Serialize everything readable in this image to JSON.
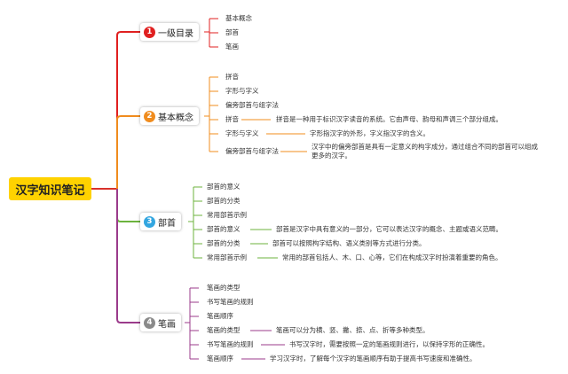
{
  "root": {
    "label": "汉字知识笔记"
  },
  "branches": [
    {
      "num": "1",
      "label": "一级目录",
      "color": "#e02020",
      "leaves": [
        "基本概念",
        "部首",
        "笔画"
      ],
      "notes": []
    },
    {
      "num": "2",
      "label": "基本概念",
      "color": "#f08c1e",
      "leaves": [
        "拼音",
        "字形与字义",
        "偏旁部首与组字法"
      ],
      "notes": [
        {
          "term": "拼音",
          "text": "拼音是一种用于标识汉字读音的系统。它由声母、韵母和声调三个部分组成。"
        },
        {
          "term": "字形与字义",
          "text": "字形指汉字的外形，字义指汉字的含义。"
        },
        {
          "term": "偏旁部首与组字法",
          "text": "汉字中的偏旁部首是具有一定意义的构字成分，通过组合不同的部首可以组成更多的汉字。"
        }
      ]
    },
    {
      "num": "3",
      "label": "部首",
      "color": "#33a6e0",
      "leaves": [
        "部首的意义",
        "部首的分类",
        "常用部首示例"
      ],
      "notes": [
        {
          "term": "部首的意义",
          "text": "部首是汉字中具有意义的一部分，它可以表达汉字的概念、主题或语义范畴。"
        },
        {
          "term": "部首的分类",
          "text": "部首可以按照构字结构、语义类别等方式进行分类。"
        },
        {
          "term": "常用部首示例",
          "text": "常用的部首包括人、木、口、心等，它们在构成汉字时扮演着重要的角色。"
        }
      ]
    },
    {
      "num": "4",
      "label": "笔画",
      "color": "#8a8a8a",
      "leaves": [
        "笔画的类型",
        "书写笔画的规则",
        "笔画顺序"
      ],
      "notes": [
        {
          "term": "笔画的类型",
          "text": "笔画可以分为横、竖、撇、捺、点、折等多种类型。"
        },
        {
          "term": "书写笔画的规则",
          "text": "书写汉字时，需要按照一定的笔画规则进行，以保持字形的正确性。"
        },
        {
          "term": "笔画顺序",
          "text": "学习汉字时，了解每个汉字的笔画顺序有助于提高书写速度和准确性。"
        }
      ]
    }
  ],
  "colors": {
    "orange_branch": "#f08c1e",
    "green_branch": "#6cb33e",
    "purple_branch": "#9b3b8b",
    "red_branch": "#e02020",
    "root_fill": "#ffd200",
    "connector_root": "#d9322b"
  }
}
